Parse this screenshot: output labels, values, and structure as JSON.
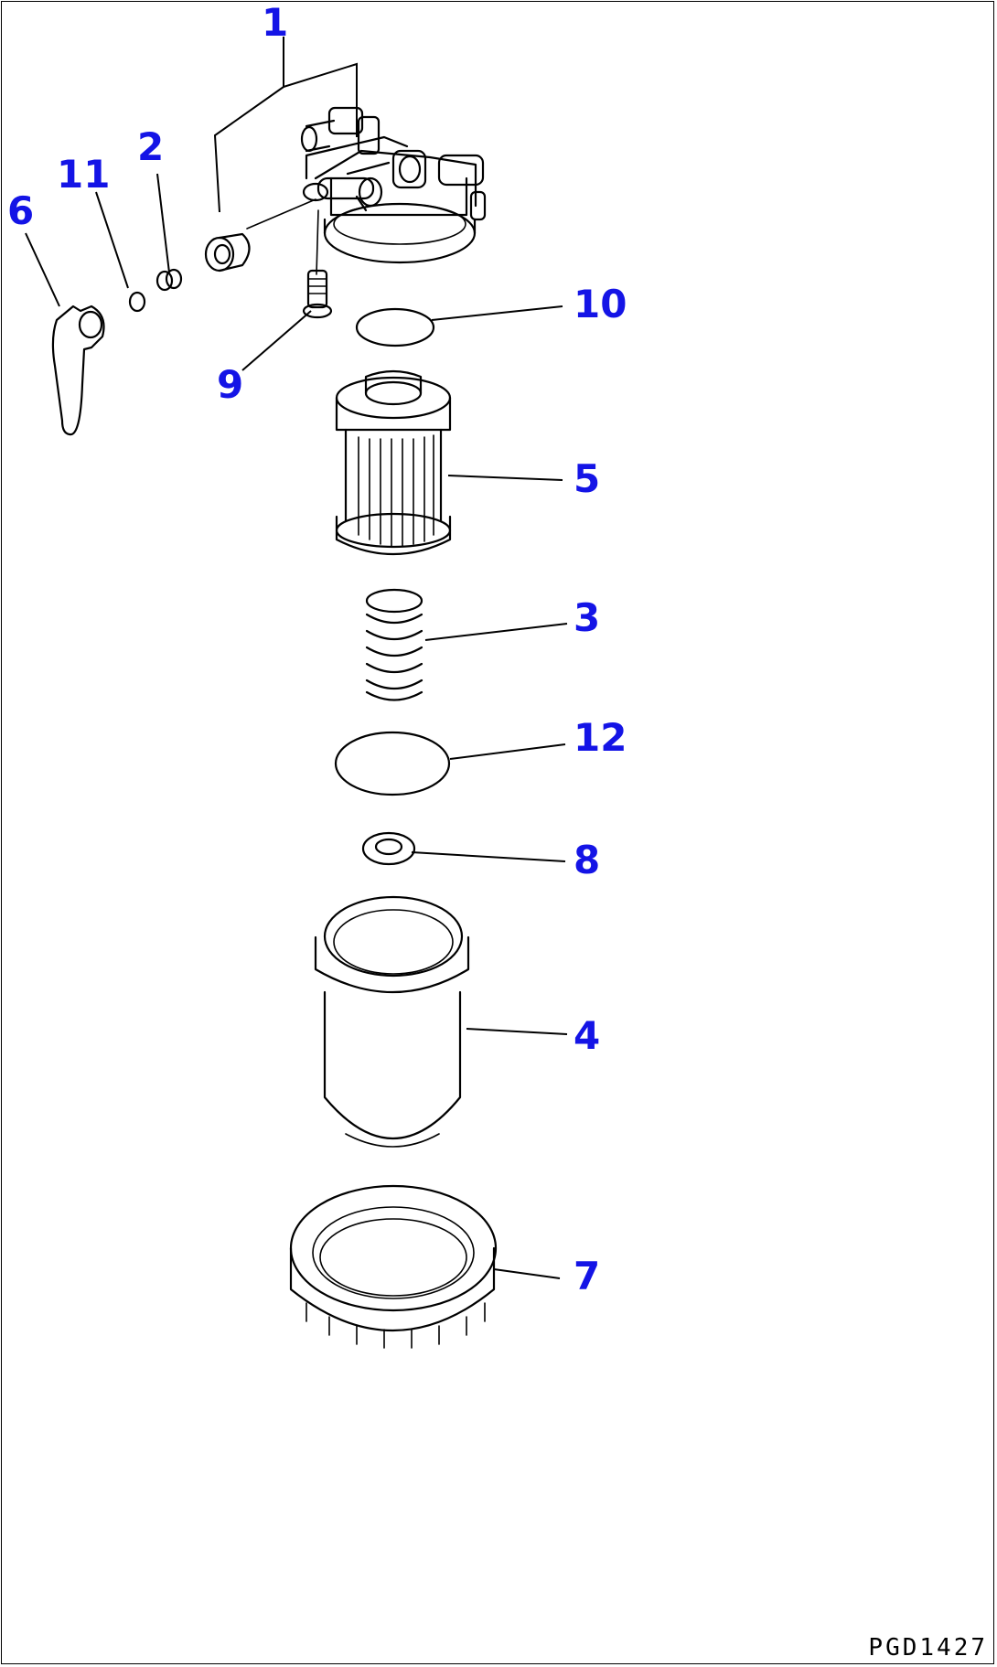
{
  "diagram": {
    "callout_color": "#1414e6",
    "callouts": {
      "c1": "1",
      "c2": "2",
      "c3": "3",
      "c4": "4",
      "c5": "5",
      "c6": "6",
      "c7": "7",
      "c8": "8",
      "c9": "9",
      "c10": "10",
      "c11": "11",
      "c12": "12"
    },
    "drawing_id": "PGD1427"
  }
}
